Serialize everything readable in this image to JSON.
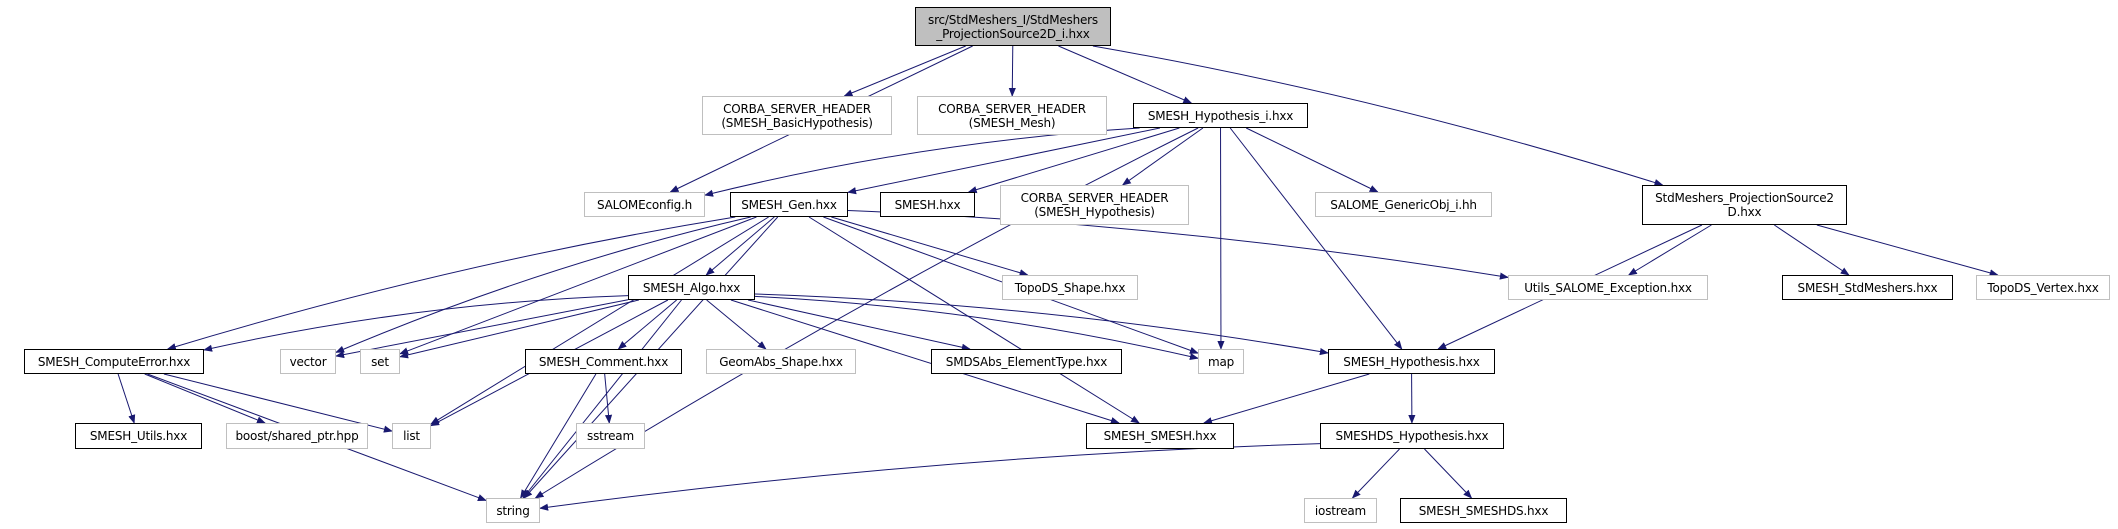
{
  "graph": {
    "title": "src/StdMeshers_I/StdMeshers_ProjectionSource2D_i.hxx include dependency graph",
    "edge_color": "#191970",
    "nodes": [
      {
        "id": "root",
        "label": "src/StdMeshers_I/StdMeshers\n_ProjectionSource2D_i.hxx",
        "kind": "root"
      },
      {
        "id": "corba_basic",
        "label": "CORBA_SERVER_HEADER\n(SMESH_BasicHypothesis)",
        "kind": "undoc"
      },
      {
        "id": "corba_mesh",
        "label": "CORBA_SERVER_HEADER\n(SMESH_Mesh)",
        "kind": "undoc"
      },
      {
        "id": "hyp_i",
        "label": "SMESH_Hypothesis_i.hxx",
        "kind": "doc"
      },
      {
        "id": "salomeconfig",
        "label": "SALOMEconfig.h",
        "kind": "undoc"
      },
      {
        "id": "gen",
        "label": "SMESH_Gen.hxx",
        "kind": "doc"
      },
      {
        "id": "smesh",
        "label": "SMESH.hxx",
        "kind": "doc"
      },
      {
        "id": "corba_hyp",
        "label": "CORBA_SERVER_HEADER\n(SMESH_Hypothesis)",
        "kind": "undoc"
      },
      {
        "id": "genericobj",
        "label": "SALOME_GenericObj_i.hh",
        "kind": "undoc"
      },
      {
        "id": "std2d",
        "label": "StdMeshers_ProjectionSource2\nD.hxx",
        "kind": "doc"
      },
      {
        "id": "algo",
        "label": "SMESH_Algo.hxx",
        "kind": "doc"
      },
      {
        "id": "toposhape",
        "label": "TopoDS_Shape.hxx",
        "kind": "undoc"
      },
      {
        "id": "utilsexc",
        "label": "Utils_SALOME_Exception.hxx",
        "kind": "undoc"
      },
      {
        "id": "stdmeshers",
        "label": "SMESH_StdMeshers.hxx",
        "kind": "doc"
      },
      {
        "id": "topovertex",
        "label": "TopoDS_Vertex.hxx",
        "kind": "undoc"
      },
      {
        "id": "computeerror",
        "label": "SMESH_ComputeError.hxx",
        "kind": "doc"
      },
      {
        "id": "vector",
        "label": "vector",
        "kind": "undoc"
      },
      {
        "id": "set",
        "label": "set",
        "kind": "undoc"
      },
      {
        "id": "comment",
        "label": "SMESH_Comment.hxx",
        "kind": "doc"
      },
      {
        "id": "geomabs",
        "label": "GeomAbs_Shape.hxx",
        "kind": "undoc"
      },
      {
        "id": "smdsabs",
        "label": "SMDSAbs_ElementType.hxx",
        "kind": "doc"
      },
      {
        "id": "map",
        "label": "map",
        "kind": "undoc"
      },
      {
        "id": "hyp",
        "label": "SMESH_Hypothesis.hxx",
        "kind": "doc"
      },
      {
        "id": "utils",
        "label": "SMESH_Utils.hxx",
        "kind": "doc"
      },
      {
        "id": "boost",
        "label": "boost/shared_ptr.hpp",
        "kind": "undoc"
      },
      {
        "id": "list",
        "label": "list",
        "kind": "undoc"
      },
      {
        "id": "sstream",
        "label": "sstream",
        "kind": "undoc"
      },
      {
        "id": "smeshsmesh",
        "label": "SMESH_SMESH.hxx",
        "kind": "doc"
      },
      {
        "id": "smeshdshyp",
        "label": "SMESHDS_Hypothesis.hxx",
        "kind": "doc"
      },
      {
        "id": "string",
        "label": "string",
        "kind": "undoc"
      },
      {
        "id": "iostream",
        "label": "iostream",
        "kind": "undoc"
      },
      {
        "id": "smeshds",
        "label": "SMESH_SMESHDS.hxx",
        "kind": "doc"
      }
    ],
    "edges": [
      [
        "root",
        "salomeconfig"
      ],
      [
        "root",
        "corba_basic"
      ],
      [
        "root",
        "corba_mesh"
      ],
      [
        "root",
        "hyp_i"
      ],
      [
        "root",
        "std2d"
      ],
      [
        "hyp_i",
        "salomeconfig"
      ],
      [
        "hyp_i",
        "gen"
      ],
      [
        "hyp_i",
        "smesh"
      ],
      [
        "hyp_i",
        "corba_hyp"
      ],
      [
        "hyp_i",
        "genericobj"
      ],
      [
        "hyp_i",
        "map"
      ],
      [
        "hyp_i",
        "string"
      ],
      [
        "hyp_i",
        "hyp"
      ],
      [
        "gen",
        "algo"
      ],
      [
        "gen",
        "computeerror"
      ],
      [
        "gen",
        "vector"
      ],
      [
        "gen",
        "set"
      ],
      [
        "gen",
        "list"
      ],
      [
        "gen",
        "string"
      ],
      [
        "gen",
        "toposhape"
      ],
      [
        "gen",
        "map"
      ],
      [
        "gen",
        "smeshsmesh"
      ],
      [
        "gen",
        "utilsexc"
      ],
      [
        "std2d",
        "utilsexc"
      ],
      [
        "std2d",
        "stdmeshers"
      ],
      [
        "std2d",
        "topovertex"
      ],
      [
        "std2d",
        "hyp"
      ],
      [
        "algo",
        "computeerror"
      ],
      [
        "algo",
        "vector"
      ],
      [
        "algo",
        "set"
      ],
      [
        "algo",
        "list"
      ],
      [
        "algo",
        "string"
      ],
      [
        "algo",
        "comment"
      ],
      [
        "algo",
        "geomabs"
      ],
      [
        "algo",
        "smdsabs"
      ],
      [
        "algo",
        "map"
      ],
      [
        "algo",
        "hyp"
      ],
      [
        "algo",
        "smeshsmesh"
      ],
      [
        "computeerror",
        "utils"
      ],
      [
        "computeerror",
        "boost"
      ],
      [
        "computeerror",
        "list"
      ],
      [
        "computeerror",
        "string"
      ],
      [
        "comment",
        "sstream"
      ],
      [
        "comment",
        "string"
      ],
      [
        "hyp",
        "smeshsmesh"
      ],
      [
        "hyp",
        "smeshdshyp"
      ],
      [
        "smeshdshyp",
        "string"
      ],
      [
        "smeshdshyp",
        "iostream"
      ],
      [
        "smeshdshyp",
        "smeshds"
      ]
    ]
  }
}
